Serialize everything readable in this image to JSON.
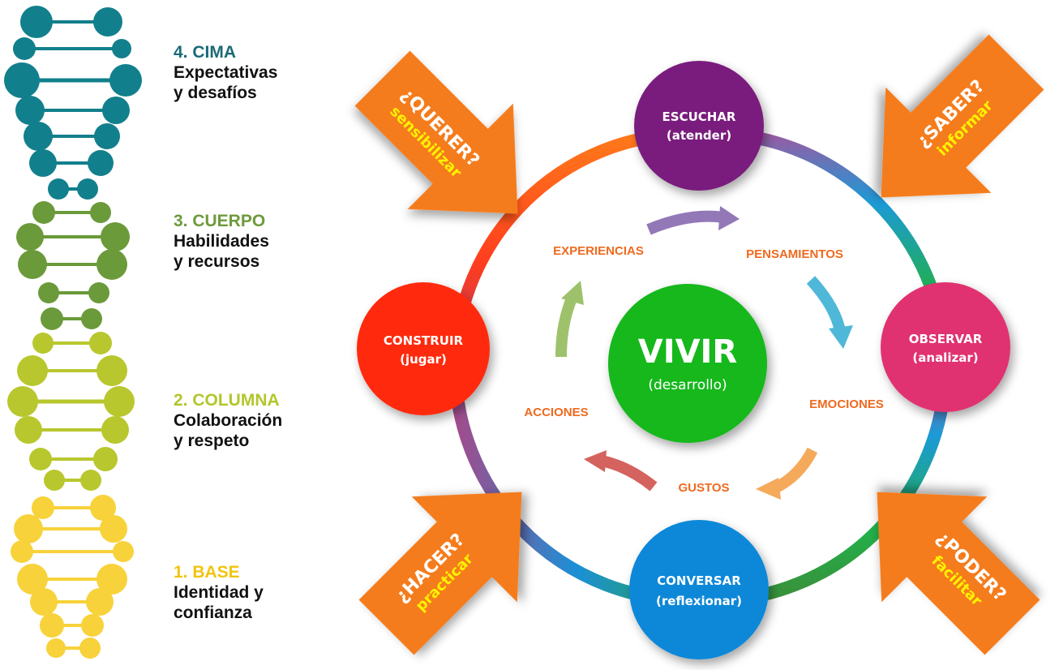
{
  "levels": [
    {
      "title": "4. CIMA",
      "desc1": "Expectativas",
      "desc2": "y desafíos",
      "color": "#1b6a78"
    },
    {
      "title": "3. CUERPO",
      "desc1": "Habilidades",
      "desc2": "y recursos",
      "color": "#6e9a3c"
    },
    {
      "title": "2. COLUMNA",
      "desc1": "Colaboración",
      "desc2": "y respeto",
      "color": "#b3c62b"
    },
    {
      "title": "1. BASE",
      "desc1": "Identidad y",
      "desc2": "confianza",
      "color": "#f1c40f"
    }
  ],
  "dna_colors": {
    "teal": "#127f8c",
    "green": "#6b9a3a",
    "lime": "#b8c72d",
    "yellow": "#f7d23a"
  },
  "nodes": {
    "escuchar": {
      "line1": "ESCUCHAR",
      "line2": "(atender)",
      "color": "#7a1f7e"
    },
    "observar": {
      "line1": "OBSERVAR",
      "line2": "(analizar)",
      "color": "#e0306f"
    },
    "conversar": {
      "line1": "CONVERSAR",
      "line2": "(reflexionar)",
      "color": "#0d88d8"
    },
    "construir": {
      "line1": "CONSTRUIR",
      "line2": "(jugar)",
      "color": "#ff2a0a"
    }
  },
  "center": {
    "title": "VIVIR",
    "subtitle": "(desarrollo)",
    "color": "#17b81f"
  },
  "ring_labels": {
    "experiencias": "EXPERIENCIAS",
    "pensamientos": "PENSAMIENTOS",
    "emociones": "EMOCIONES",
    "gustos": "GUSTOS",
    "acciones": "ACCIONES"
  },
  "arrows": {
    "querer": {
      "q": "¿QUERER?",
      "verb": "sensibilizar"
    },
    "saber": {
      "q": "¿SABER?",
      "verb": "informar"
    },
    "hacer": {
      "q": "¿HACER?",
      "verb": "practicar"
    },
    "poder": {
      "q": "¿PODER?",
      "verb": "facilitar"
    }
  },
  "arrow_color": "#f57b1d"
}
